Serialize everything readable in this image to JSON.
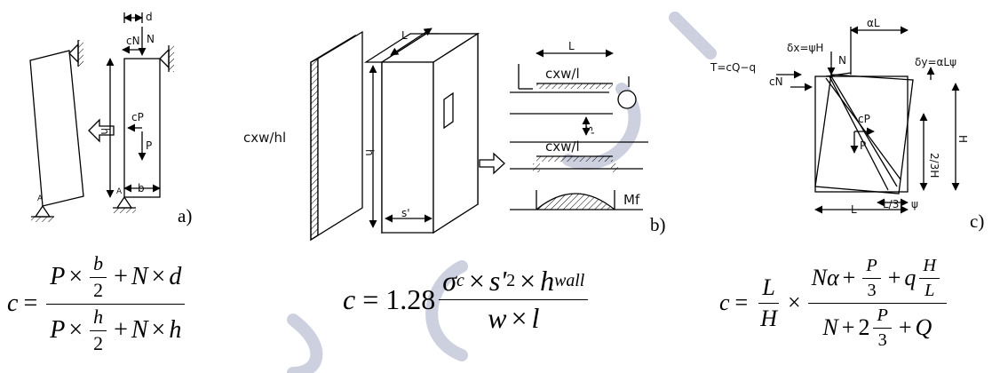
{
  "panels": {
    "a": {
      "tag": "a)",
      "labels": {
        "d": "d",
        "cN": "cN",
        "N": "N",
        "h": "h",
        "cP": "cP",
        "P": "P",
        "b": "b",
        "A_left": "A",
        "A_right": "A"
      }
    },
    "b": {
      "tag": "b)",
      "labels": {
        "load": "cxw/hl",
        "L": "L",
        "h": "h",
        "s_bottom": "s'",
        "L_beam": "L",
        "cxw_top": "cxw/l",
        "s_mid": "s'",
        "cxw_bottom": "cxw/l",
        "Mf": "Mf"
      }
    },
    "c": {
      "tag": "c)",
      "labels": {
        "aL": "αL",
        "dx": "δx=ψH",
        "N": "N",
        "T": "T=cQ−q",
        "cN": "cN",
        "dy": "δy=αLψ",
        "cP": "cP",
        "P": "P",
        "H": "H",
        "two_thirds_H": "2/3H",
        "L_third": "L/3",
        "L": "L",
        "psi": "ψ"
      }
    }
  },
  "formulas": {
    "f1": {
      "lhs": "c",
      "n_P": "P",
      "n_b": "b",
      "n_2": "2",
      "n_plus": "+",
      "n_N": "N",
      "n_d": "d",
      "d_P": "P",
      "d_h": "h",
      "d_2": "2",
      "d_plus": "+",
      "d_N": "N",
      "d_h2": "h"
    },
    "f2": {
      "lhs": "c",
      "coef": "1.28",
      "sigma": "σ",
      "sigma_sub": "c",
      "s": "s'",
      "s_sup": "2",
      "h": "h",
      "h_sub": "wall",
      "w": "w",
      "l": "l"
    },
    "f3": {
      "lhs": "c",
      "L": "L",
      "H": "H",
      "N": "N",
      "alpha": "α",
      "P": "P",
      "three": "3",
      "q": "q",
      "H2": "H",
      "L2": "L",
      "dN": "N",
      "two": "2",
      "dP": "P",
      "dthree": "3",
      "Q": "Q"
    }
  },
  "colors": {
    "line": "#000000",
    "watermark": "#c8ccdb"
  }
}
